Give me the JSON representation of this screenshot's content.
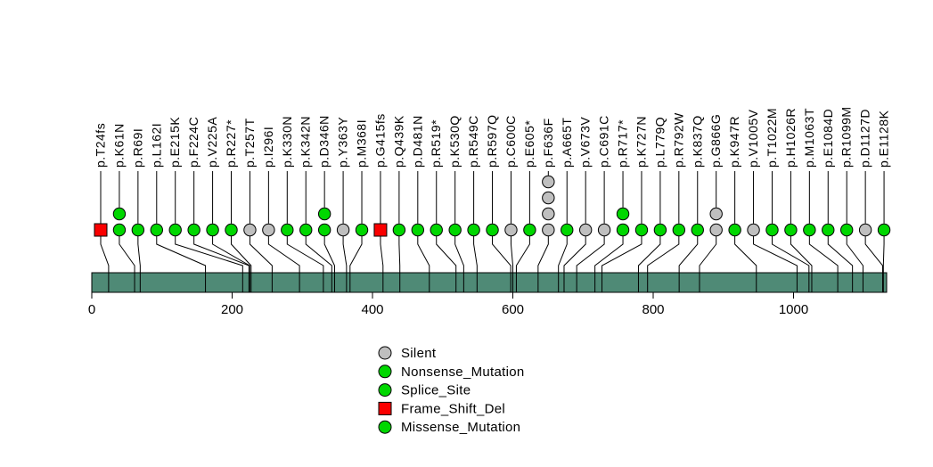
{
  "chart_data": {
    "type": "lollipop",
    "title": "",
    "xlabel": "",
    "ylabel": "",
    "xlim": [
      0,
      1133
    ],
    "axis_ticks": [
      0,
      200,
      400,
      600,
      800,
      1000
    ],
    "grid": false,
    "legend_position": "bottom-center",
    "colors": {
      "bar": "#4f8a76",
      "green": "#00d700",
      "gray": "#bfbfbf",
      "red": "#fa0000",
      "stroke": "#000000"
    },
    "mutations": [
      {
        "label": "p.T24fs",
        "position": 24,
        "count": 1,
        "color": "red",
        "shape": "square",
        "type": "Frame_Shift_Del"
      },
      {
        "label": "p.K61N",
        "position": 61,
        "count": 2,
        "color": "green",
        "shape": "circle",
        "type": "Missense_Mutation"
      },
      {
        "label": "p.R69I",
        "position": 69,
        "count": 1,
        "color": "green",
        "shape": "circle",
        "type": "Missense_Mutation"
      },
      {
        "label": "p.L162I",
        "position": 162,
        "count": 1,
        "color": "green",
        "shape": "circle",
        "type": "Missense_Mutation"
      },
      {
        "label": "p.E215K",
        "position": 215,
        "count": 1,
        "color": "green",
        "shape": "circle",
        "type": "Missense_Mutation"
      },
      {
        "label": "p.F224C",
        "position": 224,
        "count": 1,
        "color": "green",
        "shape": "circle",
        "type": "Missense_Mutation"
      },
      {
        "label": "p.V225A",
        "position": 225,
        "count": 1,
        "color": "green",
        "shape": "circle",
        "type": "Missense_Mutation"
      },
      {
        "label": "p.R227*",
        "position": 227,
        "count": 1,
        "color": "green",
        "shape": "circle",
        "type": "Nonsense_Mutation"
      },
      {
        "label": "p.T257T",
        "position": 257,
        "count": 1,
        "color": "gray",
        "shape": "circle",
        "type": "Silent"
      },
      {
        "label": "p.I296I",
        "position": 296,
        "count": 1,
        "color": "gray",
        "shape": "circle",
        "type": "Silent"
      },
      {
        "label": "p.K330N",
        "position": 330,
        "count": 1,
        "color": "green",
        "shape": "circle",
        "type": "Missense_Mutation"
      },
      {
        "label": "p.K342N",
        "position": 342,
        "count": 1,
        "color": "green",
        "shape": "circle",
        "type": "Missense_Mutation"
      },
      {
        "label": "p.D346N",
        "position": 346,
        "count": 2,
        "color": "green",
        "shape": "circle",
        "type": "Missense_Mutation"
      },
      {
        "label": "p.Y363Y",
        "position": 363,
        "count": 1,
        "color": "gray",
        "shape": "circle",
        "type": "Silent"
      },
      {
        "label": "p.M368I",
        "position": 368,
        "count": 1,
        "color": "green",
        "shape": "circle",
        "type": "Missense_Mutation"
      },
      {
        "label": "p.G415fs",
        "position": 415,
        "count": 1,
        "color": "red",
        "shape": "square",
        "type": "Frame_Shift_Del"
      },
      {
        "label": "p.Q439K",
        "position": 439,
        "count": 1,
        "color": "green",
        "shape": "circle",
        "type": "Missense_Mutation"
      },
      {
        "label": "p.D481N",
        "position": 481,
        "count": 1,
        "color": "green",
        "shape": "circle",
        "type": "Missense_Mutation"
      },
      {
        "label": "p.R519*",
        "position": 519,
        "count": 1,
        "color": "green",
        "shape": "circle",
        "type": "Nonsense_Mutation"
      },
      {
        "label": "p.K530Q",
        "position": 530,
        "count": 1,
        "color": "green",
        "shape": "circle",
        "type": "Missense_Mutation"
      },
      {
        "label": "p.R549C",
        "position": 549,
        "count": 1,
        "color": "green",
        "shape": "circle",
        "type": "Missense_Mutation"
      },
      {
        "label": "p.R597Q",
        "position": 597,
        "count": 1,
        "color": "green",
        "shape": "circle",
        "type": "Missense_Mutation"
      },
      {
        "label": "p.C600C",
        "position": 600,
        "count": 1,
        "color": "gray",
        "shape": "circle",
        "type": "Silent"
      },
      {
        "label": "p.E605*",
        "position": 605,
        "count": 1,
        "color": "green",
        "shape": "circle",
        "type": "Nonsense_Mutation"
      },
      {
        "label": "p.F636F",
        "position": 636,
        "count": 4,
        "color": "gray",
        "shape": "circle",
        "type": "Silent"
      },
      {
        "label": "p.A665T",
        "position": 665,
        "count": 1,
        "color": "green",
        "shape": "circle",
        "type": "Missense_Mutation"
      },
      {
        "label": "p.V673V",
        "position": 673,
        "count": 1,
        "color": "gray",
        "shape": "circle",
        "type": "Silent"
      },
      {
        "label": "p.C691C",
        "position": 691,
        "count": 1,
        "color": "gray",
        "shape": "circle",
        "type": "Silent"
      },
      {
        "label": "p.R717*",
        "position": 717,
        "count": 2,
        "color": "green",
        "shape": "circle",
        "type": "Nonsense_Mutation"
      },
      {
        "label": "p.K727N",
        "position": 727,
        "count": 1,
        "color": "green",
        "shape": "circle",
        "type": "Missense_Mutation"
      },
      {
        "label": "p.L779Q",
        "position": 779,
        "count": 1,
        "color": "green",
        "shape": "circle",
        "type": "Missense_Mutation"
      },
      {
        "label": "p.R792W",
        "position": 792,
        "count": 1,
        "color": "green",
        "shape": "circle",
        "type": "Missense_Mutation"
      },
      {
        "label": "p.K837Q",
        "position": 837,
        "count": 1,
        "color": "green",
        "shape": "circle",
        "type": "Missense_Mutation"
      },
      {
        "label": "p.G866G",
        "position": 866,
        "count": 2,
        "color": "gray",
        "shape": "circle",
        "type": "Silent"
      },
      {
        "label": "p.K947R",
        "position": 947,
        "count": 1,
        "color": "green",
        "shape": "circle",
        "type": "Missense_Mutation"
      },
      {
        "label": "p.V1005V",
        "position": 1005,
        "count": 1,
        "color": "gray",
        "shape": "circle",
        "type": "Silent"
      },
      {
        "label": "p.T1022M",
        "position": 1022,
        "count": 1,
        "color": "green",
        "shape": "circle",
        "type": "Missense_Mutation"
      },
      {
        "label": "p.H1026R",
        "position": 1026,
        "count": 1,
        "color": "green",
        "shape": "circle",
        "type": "Missense_Mutation"
      },
      {
        "label": "p.M1063T",
        "position": 1063,
        "count": 1,
        "color": "green",
        "shape": "circle",
        "type": "Missense_Mutation"
      },
      {
        "label": "p.E1084D",
        "position": 1084,
        "count": 1,
        "color": "green",
        "shape": "circle",
        "type": "Missense_Mutation"
      },
      {
        "label": "p.R1099M",
        "position": 1099,
        "count": 1,
        "color": "green",
        "shape": "circle",
        "type": "Missense_Mutation"
      },
      {
        "label": "p.D1127D",
        "position": 1127,
        "count": 1,
        "color": "gray",
        "shape": "circle",
        "type": "Silent"
      },
      {
        "label": "p.E1128K",
        "position": 1128,
        "count": 1,
        "color": "green",
        "shape": "circle",
        "type": "Missense_Mutation"
      }
    ],
    "legend": [
      {
        "label": "Silent",
        "shape": "circle",
        "color": "gray"
      },
      {
        "label": "Nonsense_Mutation",
        "shape": "circle",
        "color": "green"
      },
      {
        "label": "Splice_Site",
        "shape": "circle",
        "color": "green"
      },
      {
        "label": "Frame_Shift_Del",
        "shape": "square",
        "color": "red"
      },
      {
        "label": "Missense_Mutation",
        "shape": "circle",
        "color": "green"
      }
    ]
  }
}
